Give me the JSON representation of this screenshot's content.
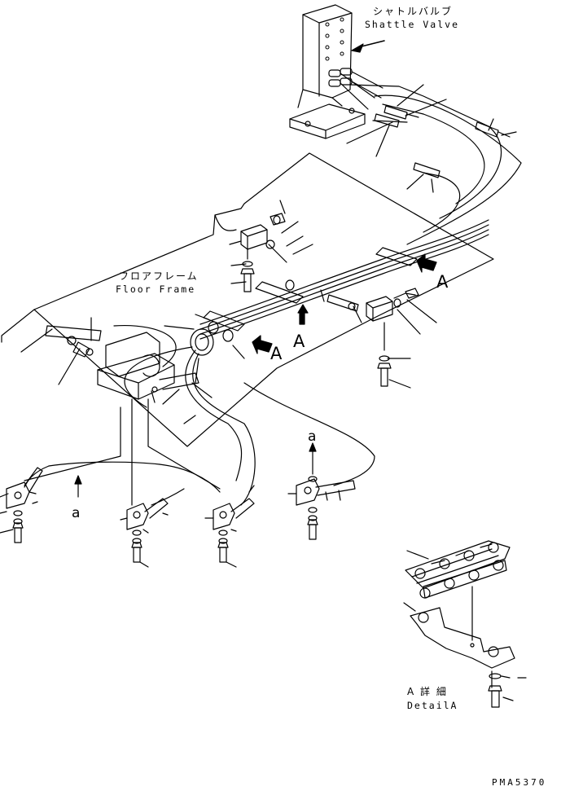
{
  "labels": {
    "shuttle_valve_jp": "シャトルバルブ",
    "shuttle_valve_en": "Shattle Valve",
    "floor_frame_jp": "フロアフレーム",
    "floor_frame_en": "Floor Frame",
    "detail_arrow_label": "A",
    "connection_label": "a",
    "detail_jp": "A 詳 細",
    "detail_en": "DetailA",
    "drawing_code": "PMA5370"
  }
}
